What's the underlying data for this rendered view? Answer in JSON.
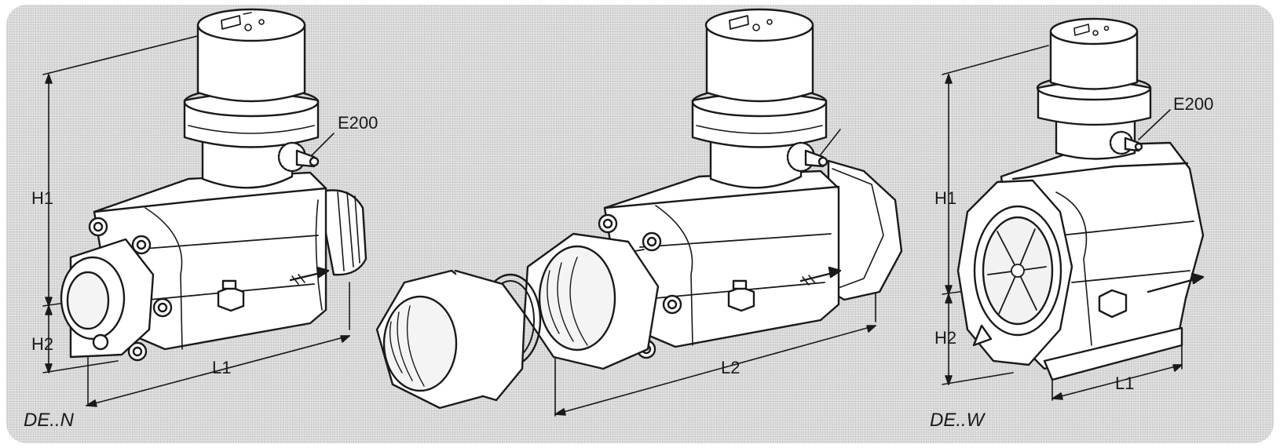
{
  "variants": [
    {
      "model": "DE..N",
      "height_top": "H1",
      "height_bottom": "H2",
      "length": "L1",
      "connector": "E200"
    },
    {
      "length": "L2"
    },
    {
      "model": "DE..W",
      "height_top": "H1",
      "height_bottom": "H2",
      "length": "L1",
      "connector": "E200"
    }
  ],
  "colors": {
    "body": "#ffffff",
    "line": "#1a1a1a",
    "background": "#dedede"
  },
  "icons": [
    "flow-arrow-icon",
    "display-icon"
  ]
}
